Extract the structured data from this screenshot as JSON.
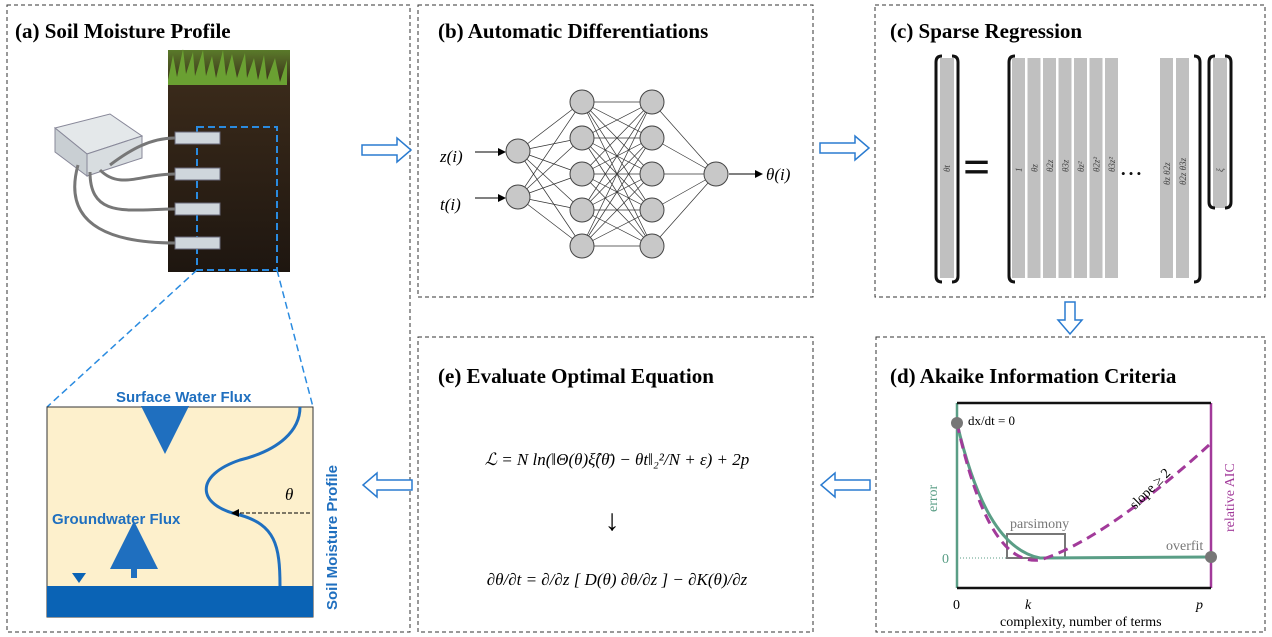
{
  "panels": {
    "a": {
      "title": "(a) Soil Moisture Profile",
      "surface": "Surface Water Flux",
      "groundwater": "Groundwater Flux",
      "profile": "Soil  Moisture  Profile",
      "theta": "θ"
    },
    "b": {
      "title": "(b) Automatic Differentiations",
      "input_z": "z(i)",
      "input_t": "t(i)",
      "output": "θ(i)",
      "layers": [
        2,
        5,
        5,
        1
      ]
    },
    "c": {
      "title": "(c) Sparse Regression",
      "lhs": "θt",
      "equals": "=",
      "columns": [
        "1",
        "θz",
        "θ2z",
        "θ3z",
        "θz²",
        "θ2z²",
        "θ3z²",
        "θz θ2z",
        "θ2z θ3z"
      ],
      "dots": "• • •",
      "xi": "ξ"
    },
    "d": {
      "title": "(d) Akaike Information Criteria",
      "annotation": "dx/dt = 0",
      "slope": "slope ≥ 2",
      "parsimony": "parsimony",
      "overfit": "overfit",
      "y_left": "error",
      "y_right": "relative AIC",
      "zero": "0",
      "x_ticks": [
        "0",
        "k",
        "p"
      ],
      "xlabel": "complexity, number of terms",
      "error_color": "#5a9e86",
      "aic_color": "#a23a9a"
    },
    "e": {
      "title": "(e) Evaluate Optimal Equation",
      "loss": "ℒ = N ln(‖Θ(θ)ξ̂(θ̄) − θt‖₂²/N + ε) + 2p",
      "arrow": "↓",
      "pde": "∂θ/∂t = ∂/∂z [ D(θ) ∂θ/∂z ] − ∂K(θ)/∂z"
    }
  }
}
